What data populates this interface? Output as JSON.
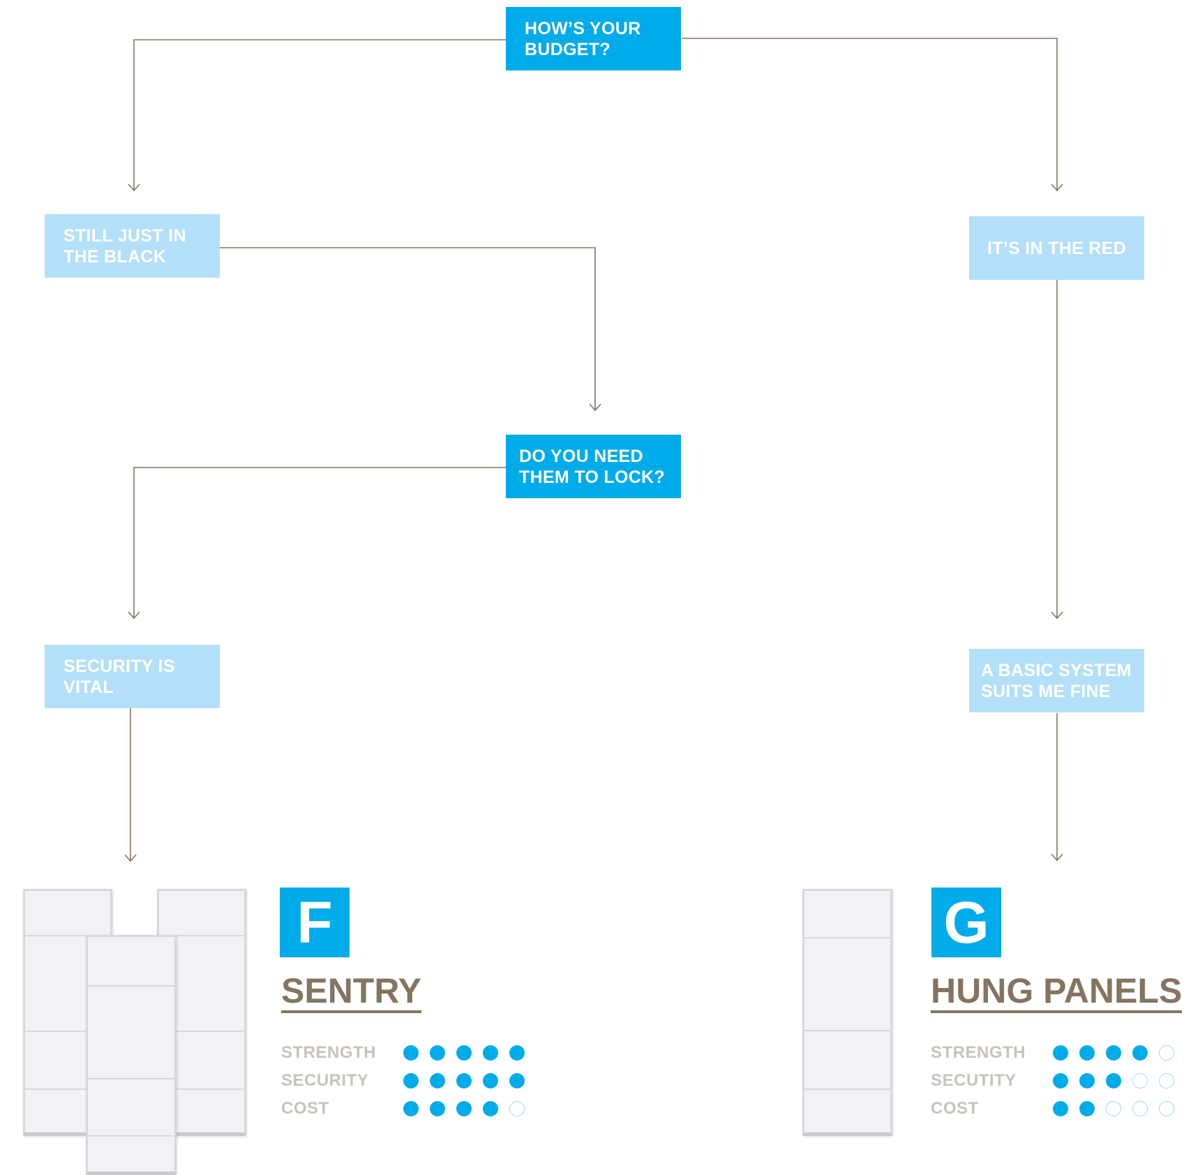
{
  "flowchart": {
    "nodes": {
      "budget_question": "HOW’S YOUR\nBUDGET?",
      "black_answer": "STILL JUST IN\nTHE BLACK",
      "red_answer": "IT’S IN THE RED",
      "lock_question": "DO YOU NEED\nTHEM TO LOCK?",
      "security_answer": "SECURITY IS\nVITAL",
      "basic_answer": "A BASIC SYSTEM\nSUITS ME FINE"
    }
  },
  "products": [
    {
      "letter": "F",
      "name": "SENTRY",
      "ratings": [
        {
          "label": "STRENGTH",
          "filled": 5,
          "max": 5
        },
        {
          "label": "SECURITY",
          "filled": 5,
          "max": 5
        },
        {
          "label": "COST",
          "filled": 4,
          "max": 5
        }
      ]
    },
    {
      "letter": "G",
      "name": "HUNG PANELS",
      "ratings": [
        {
          "label": "STRENGTH",
          "filled": 4,
          "max": 5
        },
        {
          "label": "SECUTITY",
          "filled": 3,
          "max": 5
        },
        {
          "label": "COST",
          "filled": 2,
          "max": 5
        }
      ]
    }
  ],
  "colors": {
    "accent_blue": "#00abe9",
    "light_blue": "#b3e0f8",
    "brown_text": "#857461",
    "grey_label": "#c7c3bd",
    "connector": "#857461"
  }
}
